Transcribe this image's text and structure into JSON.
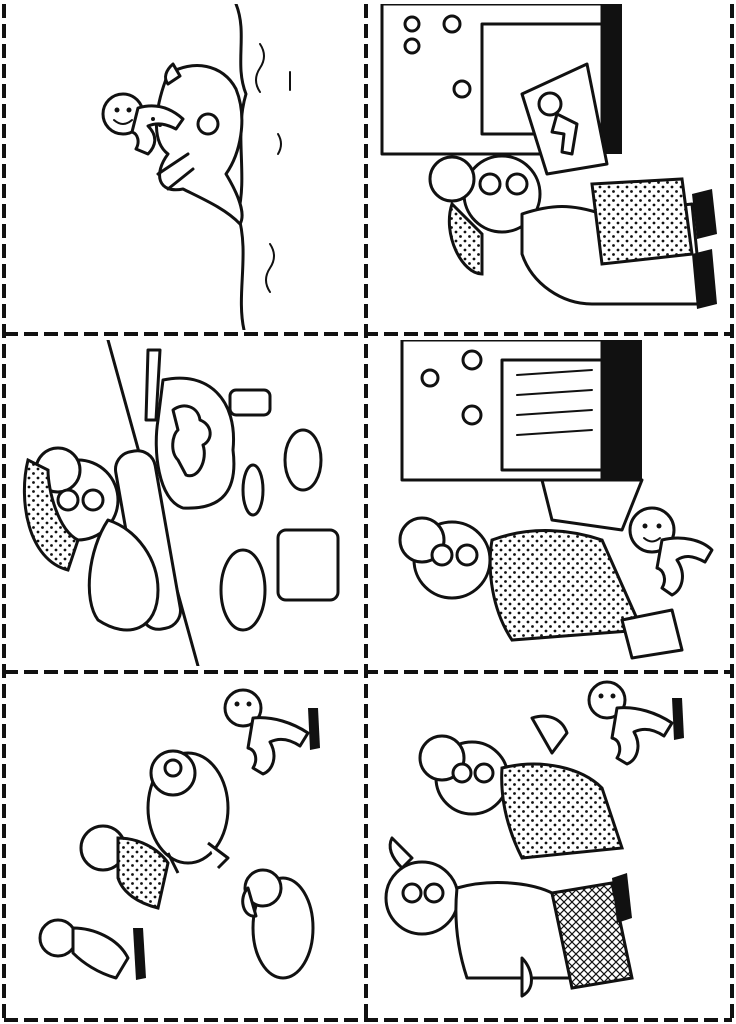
{
  "sheet": {
    "colors": {
      "ink": "#111111",
      "paper": "#ffffff"
    },
    "panels": [
      {
        "id": "boat-river",
        "scene": "gingerbread-man-on-fox-in-river-icon"
      },
      {
        "id": "take-from-oven",
        "scene": "grandma-taking-cookie-from-oven-icon"
      },
      {
        "id": "rolling-dough",
        "scene": "grandma-rolling-dough-icon"
      },
      {
        "id": "opening-oven",
        "scene": "gingerbread-man-jumps-from-oven-icon"
      },
      {
        "id": "chase-animals",
        "scene": "animals-chasing-gingerbread-man-icon"
      },
      {
        "id": "chase-couple",
        "scene": "old-couple-chasing-gingerbread-man-icon"
      }
    ]
  }
}
